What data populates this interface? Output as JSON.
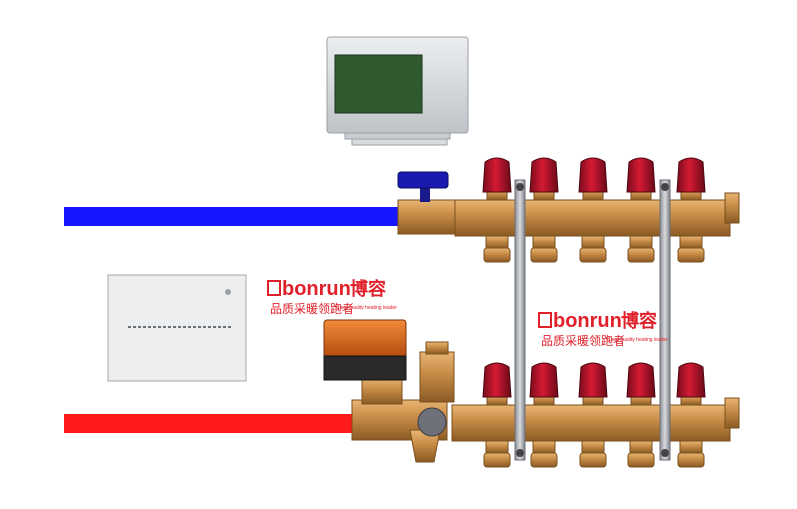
{
  "watermark": {
    "logo_text": "bonrun",
    "brand_cn": "博容",
    "slogan_cn": "品质采暖领跑者",
    "slogan_en": "Clear quality heating leader",
    "color": "#e0202a"
  },
  "pipes": {
    "supply": {
      "color": "#1515ff"
    },
    "return": {
      "color": "#ff1a1a"
    }
  },
  "components": {
    "display_thermostat": {
      "screen_color": "#2f5a2f"
    },
    "wall_controller": {},
    "manifold_top": {
      "caps": 5,
      "cap_color": "#b0102a",
      "body_color": "#b97e3c"
    },
    "manifold_bottom": {
      "caps": 5,
      "cap_color": "#b0102a",
      "body_color": "#b97e3c"
    },
    "mixing_valve": {
      "actuator_color": "#e0641a"
    }
  }
}
